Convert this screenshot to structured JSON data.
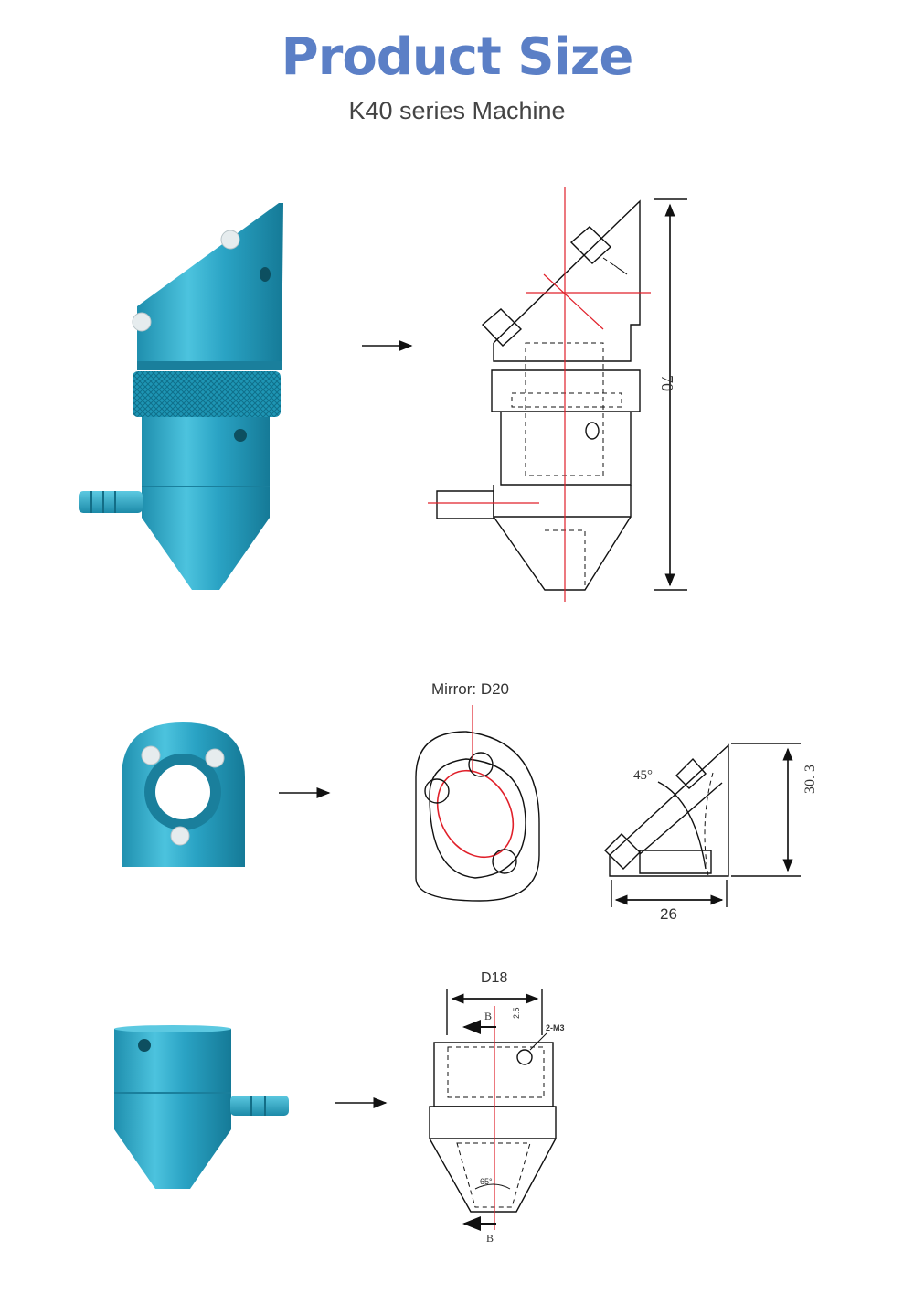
{
  "header": {
    "title": "Product Size",
    "subtitle": "K40 series Machine",
    "title_color": "#5b7fc6"
  },
  "colors": {
    "part_blue": "#2aa3c4",
    "part_dark": "#1a7f9c",
    "part_light": "#7fd3e6",
    "drawing_line": "#111111",
    "centerline_red": "#e0202a"
  },
  "sections": {
    "full_head": {
      "height_dim": "70"
    },
    "mirror_mount": {
      "mirror_label": "Mirror: D20",
      "angle": "45°",
      "height_dim": "30. 3",
      "width_dim": "26"
    },
    "nozzle": {
      "diameter_dim": "D18",
      "section_letter_top": "B",
      "section_letter_bottom": "B",
      "thread_spacing": "2.5",
      "thread_label": "2-M3",
      "cone_angle": "65°"
    }
  },
  "icons": [
    "arrow-right-icon"
  ]
}
